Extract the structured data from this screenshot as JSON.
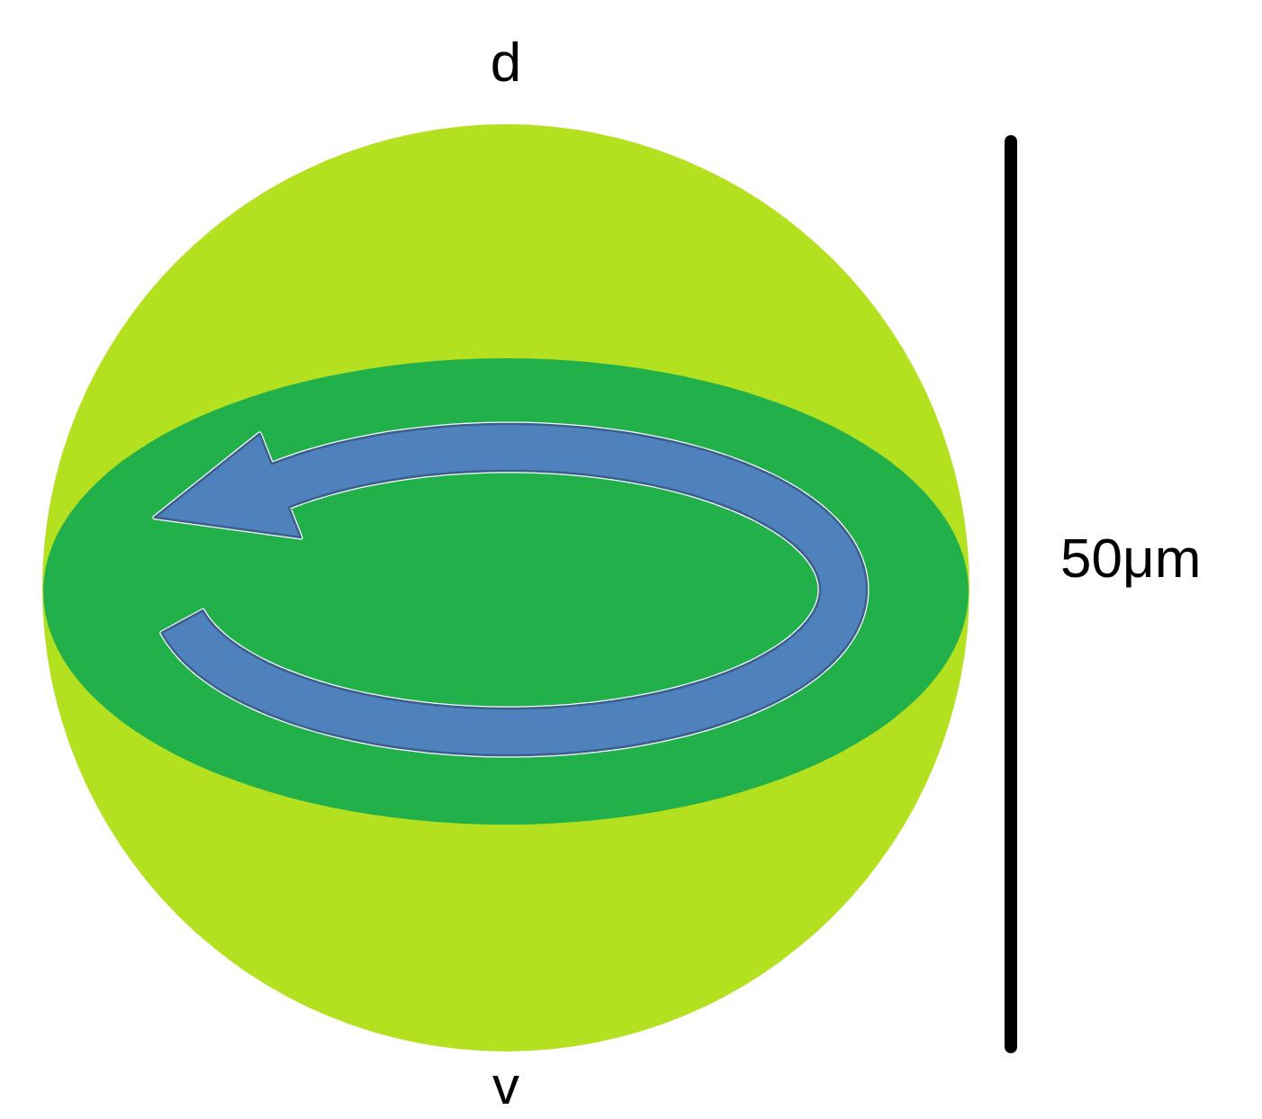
{
  "diagram": {
    "labels": [
      "d",
      "v",
      "50μm"
    ]
  }
}
